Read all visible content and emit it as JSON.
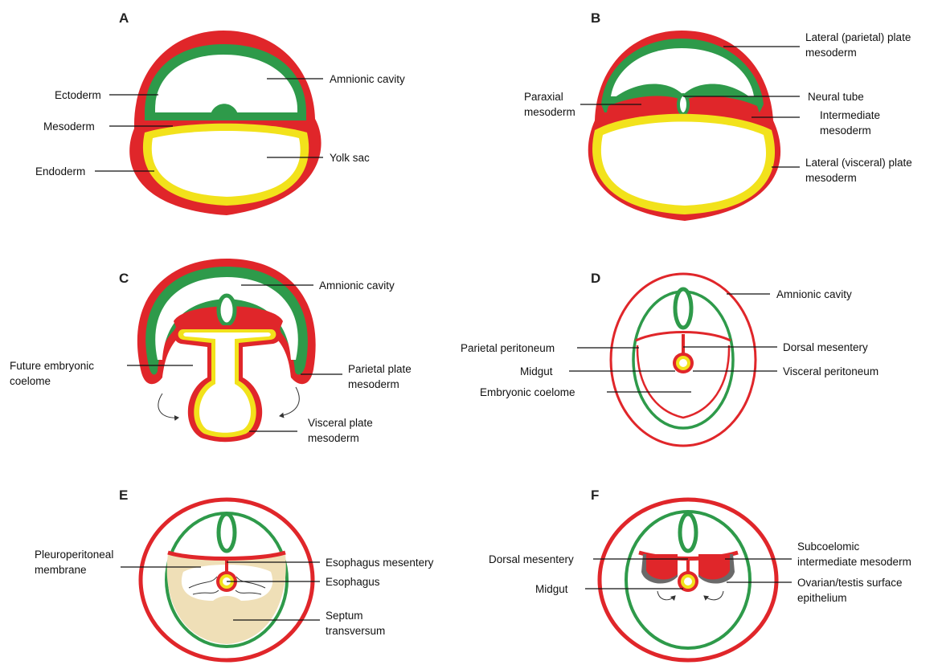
{
  "colors": {
    "mesoderm_red": "#e0262a",
    "ectoderm_green": "#2e9a4a",
    "endoderm_yellow": "#f2e21b",
    "septum_tan": "#efdfb7",
    "gray_epithelium": "#6a6a6a"
  },
  "panels": {
    "A": {
      "letter": "A",
      "labels": {
        "ectoderm": "Ectoderm",
        "mesoderm": "Mesoderm",
        "endoderm": "Endoderm",
        "amnionic_cavity": "Amnionic cavity",
        "yolk_sac": "Yolk sac"
      }
    },
    "B": {
      "letter": "B",
      "labels": {
        "lateral_parietal_1": "Lateral (parietal) plate",
        "lateral_parietal_2": "mesoderm",
        "paraxial_1": "Paraxial",
        "paraxial_2": "mesoderm",
        "neural_tube": "Neural tube",
        "intermediate_1": "Intermediate",
        "intermediate_2": "mesoderm",
        "lateral_visceral_1": "Lateral (visceral) plate",
        "lateral_visceral_2": "mesoderm"
      }
    },
    "C": {
      "letter": "C",
      "labels": {
        "amnionic_cavity": "Amnionic cavity",
        "future_coelome_1": "Future embryonic",
        "future_coelome_2": "coelome",
        "parietal_plate_1": "Parietal plate",
        "parietal_plate_2": "mesoderm",
        "visceral_plate_1": "Visceral plate",
        "visceral_plate_2": "mesoderm"
      }
    },
    "D": {
      "letter": "D",
      "labels": {
        "amnionic_cavity": "Amnionic cavity",
        "parietal_peritoneum": "Parietal peritoneum",
        "dorsal_mesentery": "Dorsal mesentery",
        "midgut": "Midgut",
        "visceral_peritoneum": "Visceral peritoneum",
        "embryonic_coelome": "Embryonic coelome"
      }
    },
    "E": {
      "letter": "E",
      "labels": {
        "pleuroperitoneal_1": "Pleuroperitoneal",
        "pleuroperitoneal_2": "membrane",
        "esophagus_mesentery": "Esophagus mesentery",
        "esophagus": "Esophagus",
        "septum_1": "Septum",
        "septum_2": "transversum"
      }
    },
    "F": {
      "letter": "F",
      "labels": {
        "dorsal_mesentery": "Dorsal mesentery",
        "midgut": "Midgut",
        "subcoelomic_1": "Subcoelomic",
        "subcoelomic_2": "intermediate mesoderm",
        "ovarian_1": "Ovarian/testis surface",
        "ovarian_2": "epithelium"
      }
    }
  }
}
